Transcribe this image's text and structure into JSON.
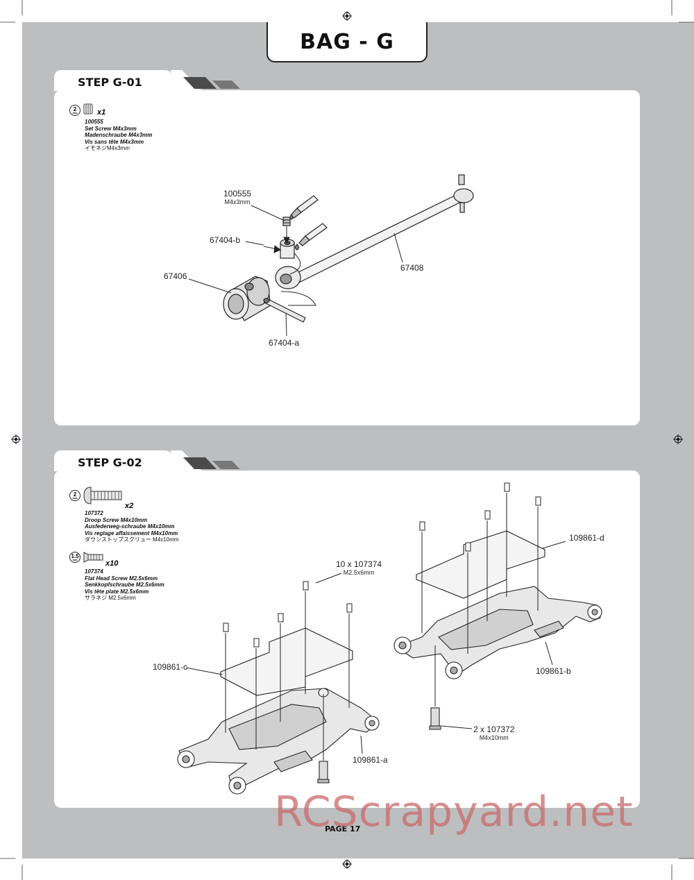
{
  "header": {
    "bag_title": "BAG - G"
  },
  "steps": [
    {
      "label": "STEP G-01",
      "parts": [
        {
          "tool": "2",
          "tool_unit": "mm",
          "qty": "x1",
          "number": "100555",
          "names": [
            "Set Screw M4x3mm",
            "Madenschraube M4x3mm",
            "Vis sans tête M4x3mm"
          ],
          "jp": "イモネジM4x3mm"
        }
      ],
      "callouts": {
        "c1": {
          "main": "100555",
          "sub": "M4x3mm"
        },
        "c2": {
          "main": "67404-b"
        },
        "c3": {
          "main": "67406"
        },
        "c4": {
          "main": "67408"
        },
        "c5": {
          "main": "67404-a"
        }
      }
    },
    {
      "label": "STEP G-02",
      "parts": [
        {
          "tool": "2",
          "tool_unit": "mm",
          "qty": "x2",
          "number": "107372",
          "names": [
            "Droop Screw M4x10mm",
            "Ausfederweg-schraube M4x10mm",
            "Vis reglage affaissement M4x10mm"
          ],
          "jp": "ダウンストップスクリュー M4x10mm"
        },
        {
          "tool": "1.5",
          "tool_unit": "mm",
          "qty": "x10",
          "number": "107374",
          "names": [
            "Flat Head Screw M2.5x6mm",
            "Senkkopfschraube M2.5x6mm",
            "Vis tête plate M2.5x6mm"
          ],
          "jp": "サラネジ M2.5x6mm"
        }
      ],
      "callouts": {
        "c1": {
          "main": "10 x 107374",
          "sub": "M2.5x6mm"
        },
        "c2": {
          "main": "109861-d"
        },
        "c3": {
          "main": "109861-c"
        },
        "c4": {
          "main": "109861-b"
        },
        "c5": {
          "main": "109861-a"
        },
        "c6": {
          "main": "2 x 107372",
          "sub": "M4x10mm"
        }
      }
    }
  ],
  "footer": {
    "page": "PAGE 17"
  },
  "watermark": "RCScrapyard.net"
}
